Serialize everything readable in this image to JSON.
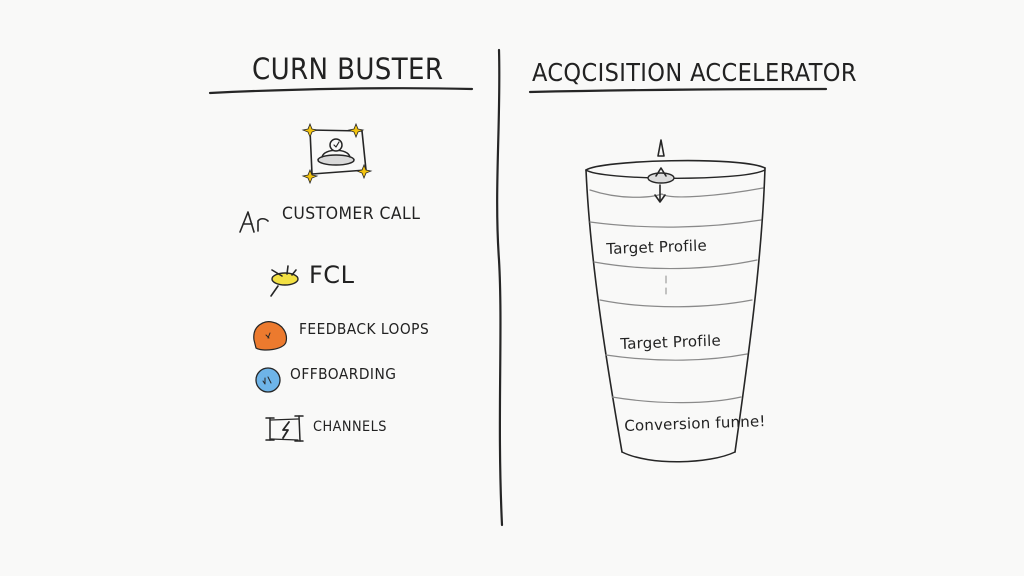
{
  "left_panel": {
    "title": "CURN BUSTER",
    "items": [
      {
        "label": "CUSTOMER CALL",
        "icon": "customer-call-icon"
      },
      {
        "label": "FCL",
        "icon": "fcl-icon"
      },
      {
        "label": "FEEDBACK LOOPS",
        "icon": "feedback-loops-icon"
      },
      {
        "label": "OFFBOARDING",
        "icon": "offboarding-icon"
      },
      {
        "label": "CHANNELS",
        "icon": "channels-icon"
      }
    ],
    "icon_letters": "Ar"
  },
  "right_panel": {
    "title": "ACQCISITION ACCELERATOR",
    "funnel": {
      "stages": [
        "Target Profile",
        "Target Profile",
        "Conversion funne!"
      ]
    }
  },
  "colors": {
    "ink": "#262626",
    "background": "#f9f9f8",
    "yellow": "#f2e043",
    "orange": "#ec7a2e",
    "blue": "#6eb4e8",
    "sparkle": "#f4c40f"
  }
}
